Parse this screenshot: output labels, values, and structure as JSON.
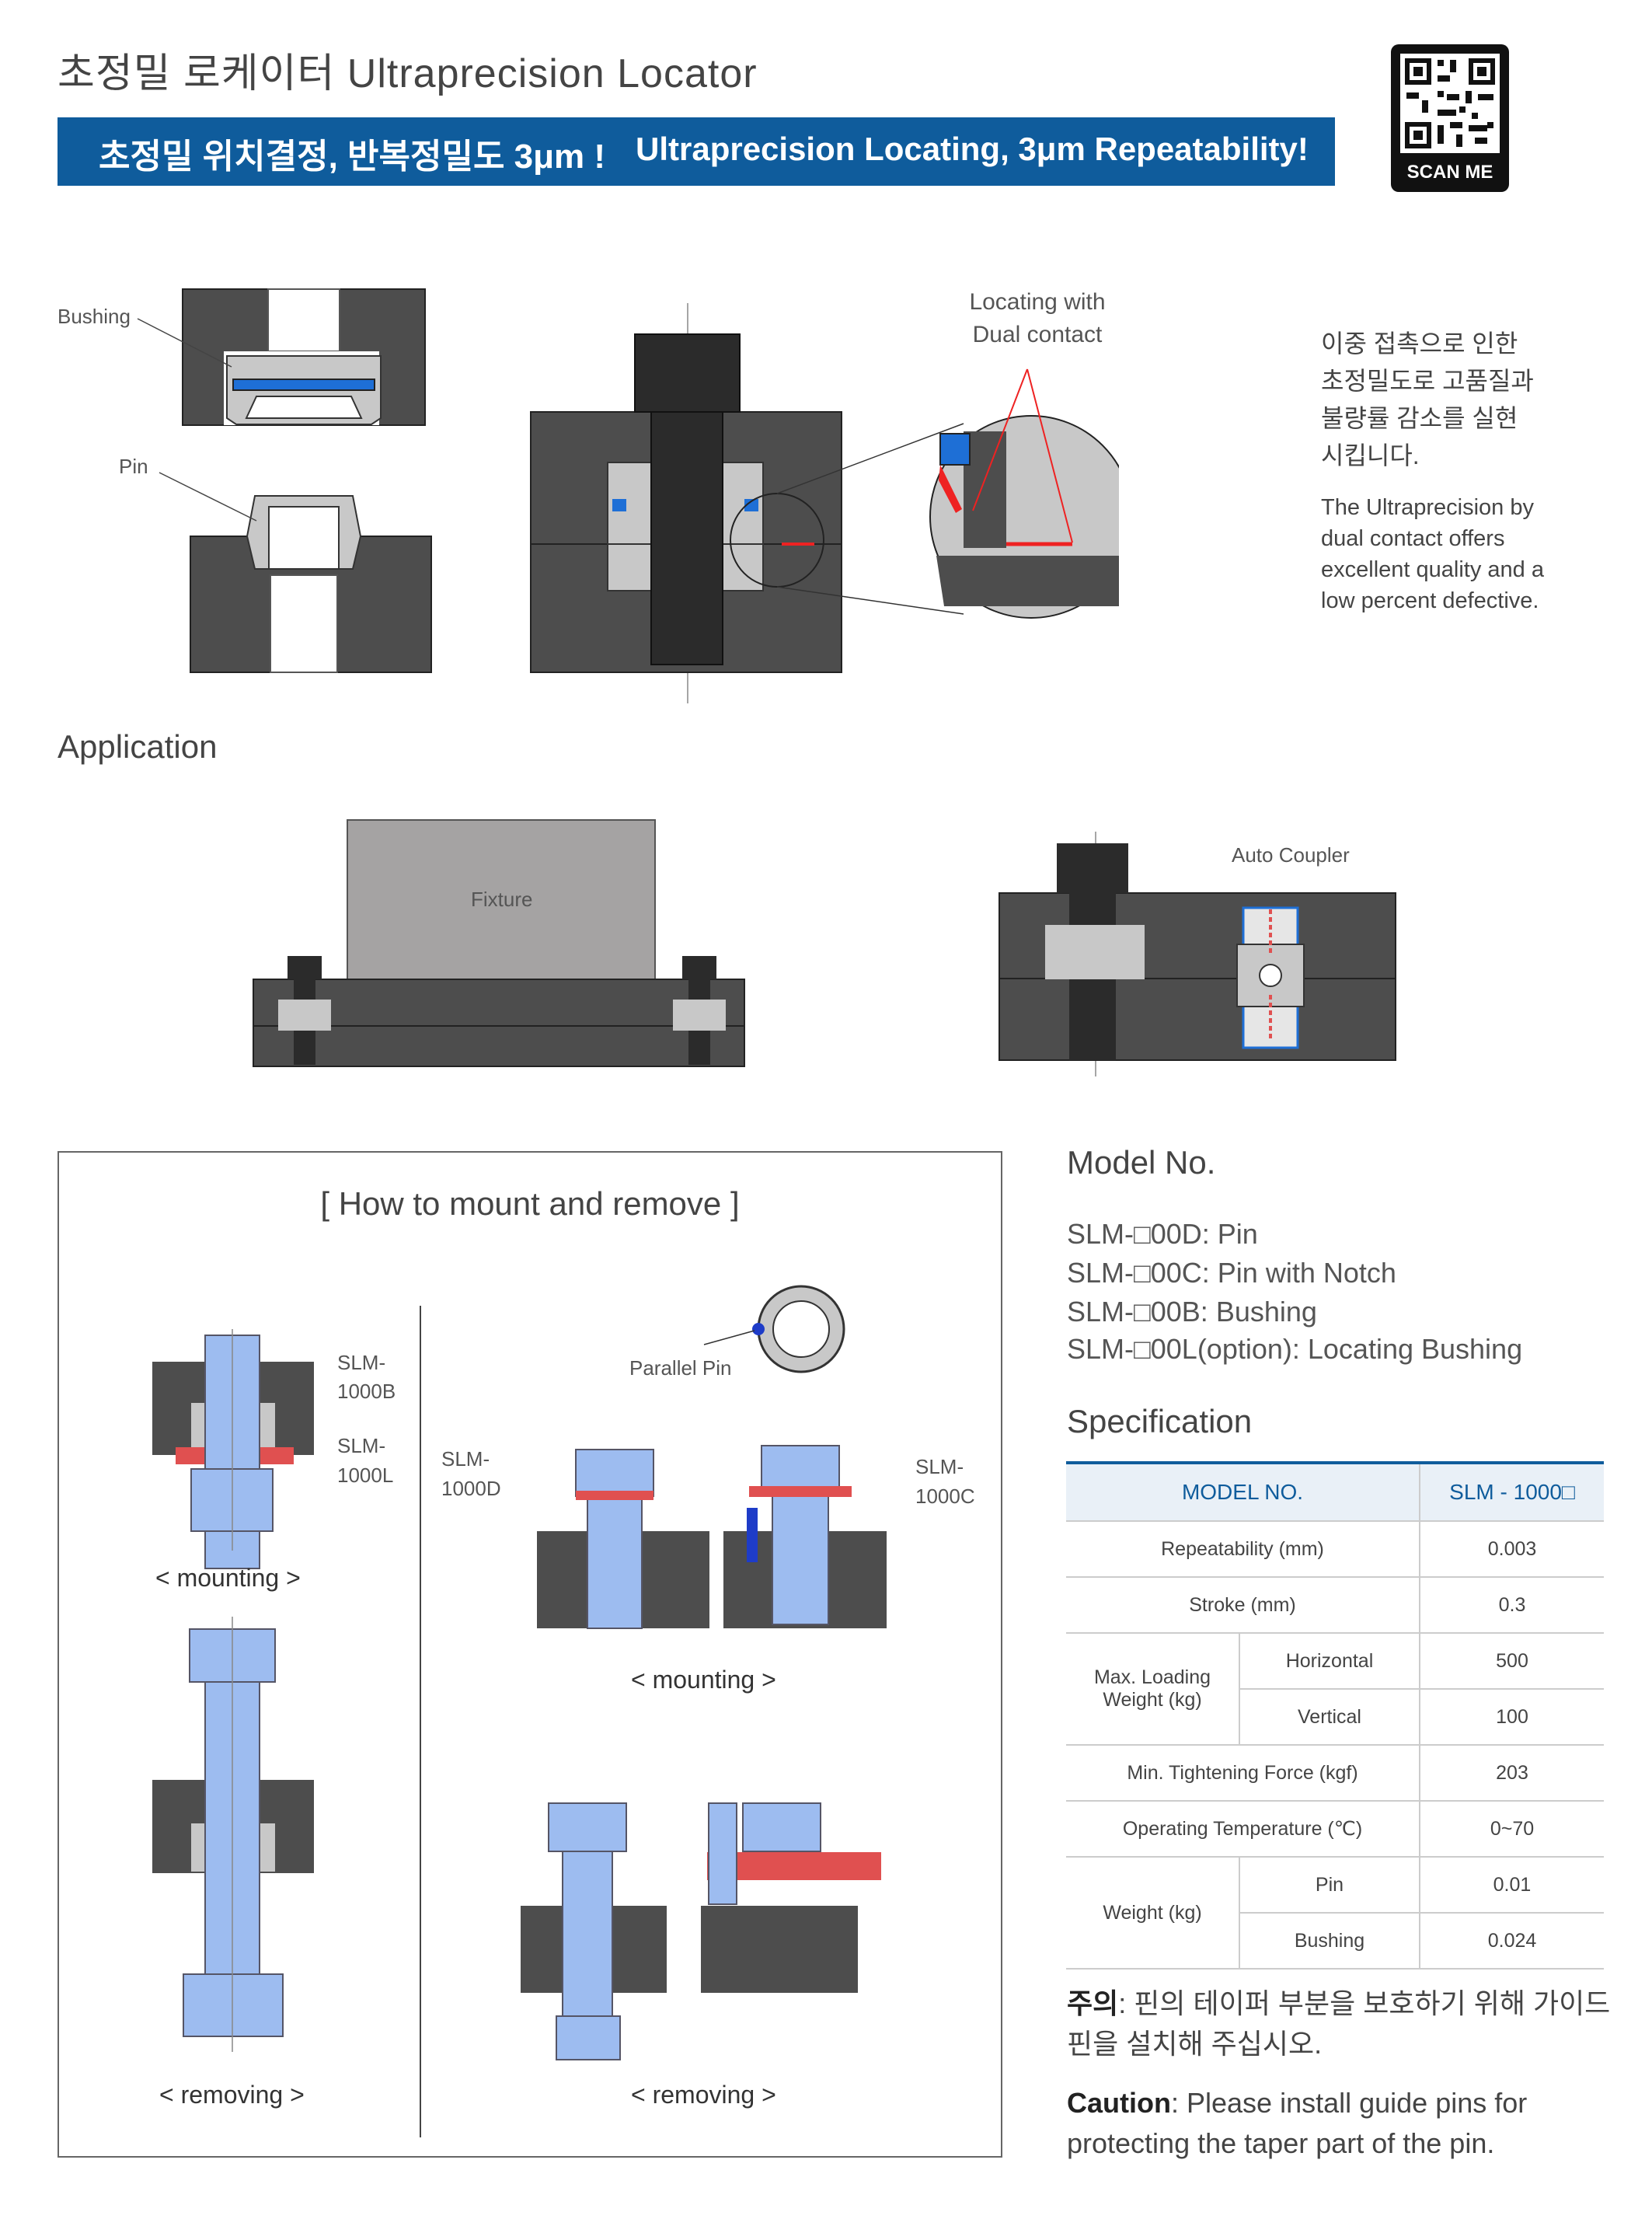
{
  "header": {
    "title": "초정밀 로케이터   Ultraprecision Locator",
    "banner_kr": "초정밀 위치결정, 반복정밀도 3μm !",
    "banner_en": "Ultraprecision Locating, 3μm Repeatability!",
    "qr_label": "SCAN ME"
  },
  "top_diagram": {
    "bushing_label": "Bushing",
    "pin_label": "Pin",
    "dual_contact_line1": "Locating with",
    "dual_contact_line2": "Dual contact"
  },
  "description": {
    "kr": [
      "이중 접촉으로 인한",
      "초정밀도로 고품질과",
      "불량률 감소를 실현",
      "시킵니다."
    ],
    "en": [
      "The Ultraprecision by",
      "dual contact offers",
      "excellent quality and a",
      "low percent defective."
    ]
  },
  "application": {
    "heading": "Application",
    "fixture_label": "Fixture",
    "coupler_label": "Auto Coupler"
  },
  "how_to": {
    "title": "[ How to mount and remove ]",
    "label_1000b_1": "SLM-",
    "label_1000b_2": "1000B",
    "label_1000l_1": "SLM-",
    "label_1000l_2": "1000L",
    "label_1000d_1": "SLM-",
    "label_1000d_2": "1000D",
    "label_1000c_1": "SLM-",
    "label_1000c_2": "1000C",
    "parallel_pin": "Parallel Pin",
    "mounting_left": "< mounting >",
    "mounting_right": "< mounting >",
    "removing_left": "< removing >",
    "removing_right": "< removing >"
  },
  "model": {
    "heading": "Model No.",
    "lines": [
      "SLM-□00D: Pin",
      "SLM-□00C: Pin with Notch",
      "SLM-□00B: Bushing",
      "SLM-□00L(option): Locating Bushing"
    ]
  },
  "spec": {
    "heading": "Specification",
    "col_model": "MODEL NO.",
    "col_value": "SLM - 1000□",
    "repeatability": "Repeatability (mm)",
    "repeatability_val": "0.003",
    "stroke": "Stroke (mm)",
    "stroke_val": "0.3",
    "max_loading": "Max. Loading Weight (kg)",
    "horizontal": "Horizontal",
    "horizontal_val": "500",
    "vertical": "Vertical",
    "vertical_val": "100",
    "tightening": "Min. Tightening Force (kgf)",
    "tightening_val": "203",
    "temperature": "Operating Temperature (℃)",
    "temperature_val": "0~70",
    "weight": "Weight (kg)",
    "pin": "Pin",
    "pin_val": "0.01",
    "bushing": "Bushing",
    "bushing_val": "0.024"
  },
  "notes": {
    "kr_label": "주의",
    "kr_text": ": 핀의 테이퍼 부분을 보호하기 위해 가이드핀을 설치해 주십시오.",
    "en_label": "Caution",
    "en_text": ": Please install guide pins for protecting the taper part of the pin."
  },
  "colors": {
    "brand_blue": "#0f5c9c",
    "body_dark": "#4d4d4d",
    "part_light": "#9dbcf0",
    "seal_blue": "#1e6fd6",
    "accent_red": "#e05050"
  }
}
